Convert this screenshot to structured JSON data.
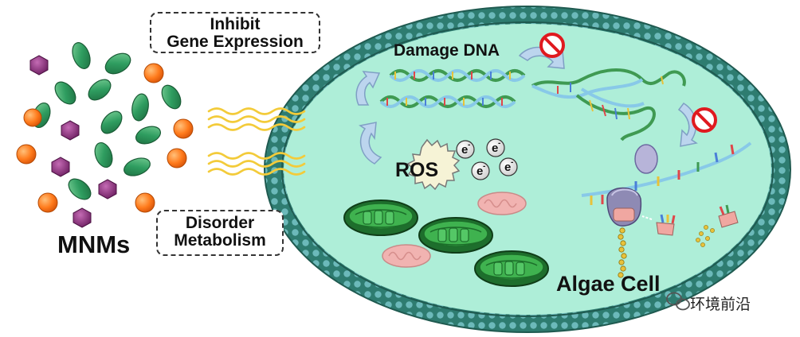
{
  "labels": {
    "inhibit_line1": "Inhibit",
    "inhibit_line2": "Gene Expression",
    "disorder_line1": "Disorder",
    "disorder_line2": "Metabolism",
    "mnms": "MNMs",
    "damage_dna": "Damage DNA",
    "ros": "ROS",
    "electron": "e",
    "electron_charge": "-",
    "algae_cell": "Algae Cell",
    "watermark": "环境前沿"
  },
  "colors": {
    "cytoplasm": "#aeeed8",
    "membrane": "#2f7f73",
    "membrane_dot": "#66b6b8",
    "green_particle": "#2f9d60",
    "orange_particle": "#ff7b1c",
    "purple_particle": "#8a2d7a",
    "wave": "#f3cb3a",
    "chloroplast": "#2d9a3f",
    "mitochondrion": "#f1b3b1",
    "arrow": "#bcd5ee",
    "prohibit": "#e0191f"
  },
  "icons": {
    "no_sign": "prohibited-icon",
    "wechat": "wechat-icon"
  }
}
